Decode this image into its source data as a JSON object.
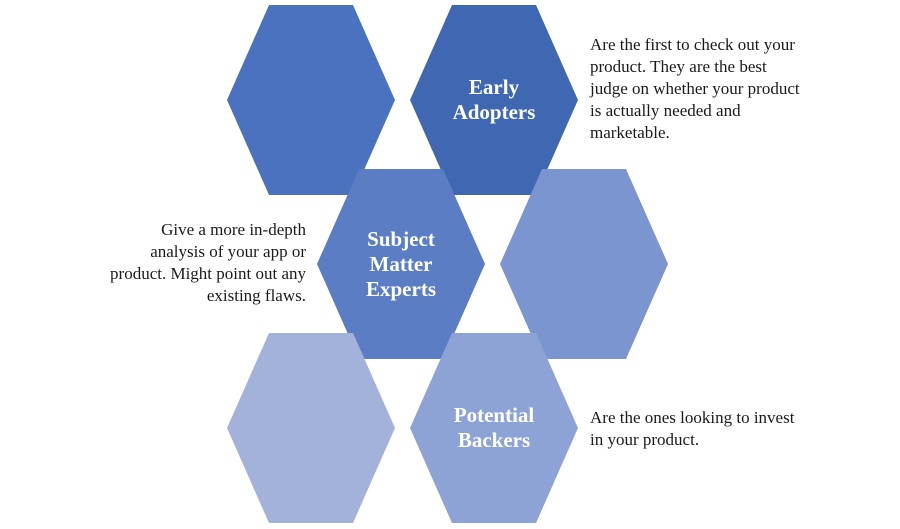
{
  "hexagons": [
    {
      "id": "blank-top-left",
      "color": "#4a72bf",
      "label": ""
    },
    {
      "id": "early-adopters",
      "color": "#3f67b2",
      "label": "Early\nAdopters"
    },
    {
      "id": "subject-matter-experts",
      "color": "#5a7dc4",
      "label": "Subject\nMatter\nExperts"
    },
    {
      "id": "blank-mid-right",
      "color": "#7b95d0",
      "label": ""
    },
    {
      "id": "blank-bottom-left",
      "color": "#a3b2db",
      "label": ""
    },
    {
      "id": "potential-backers",
      "color": "#8ea3d5",
      "label": "Potential\nBackers"
    }
  ],
  "descriptions": {
    "early_adopters": "Are the first to check out your product. They are the best judge on whether your product is actually needed and marketable.",
    "subject_matter_experts": "Give a more in-depth analysis of your app or product. Might point out any existing flaws.",
    "potential_backers": "Are the ones looking to invest in your product."
  }
}
